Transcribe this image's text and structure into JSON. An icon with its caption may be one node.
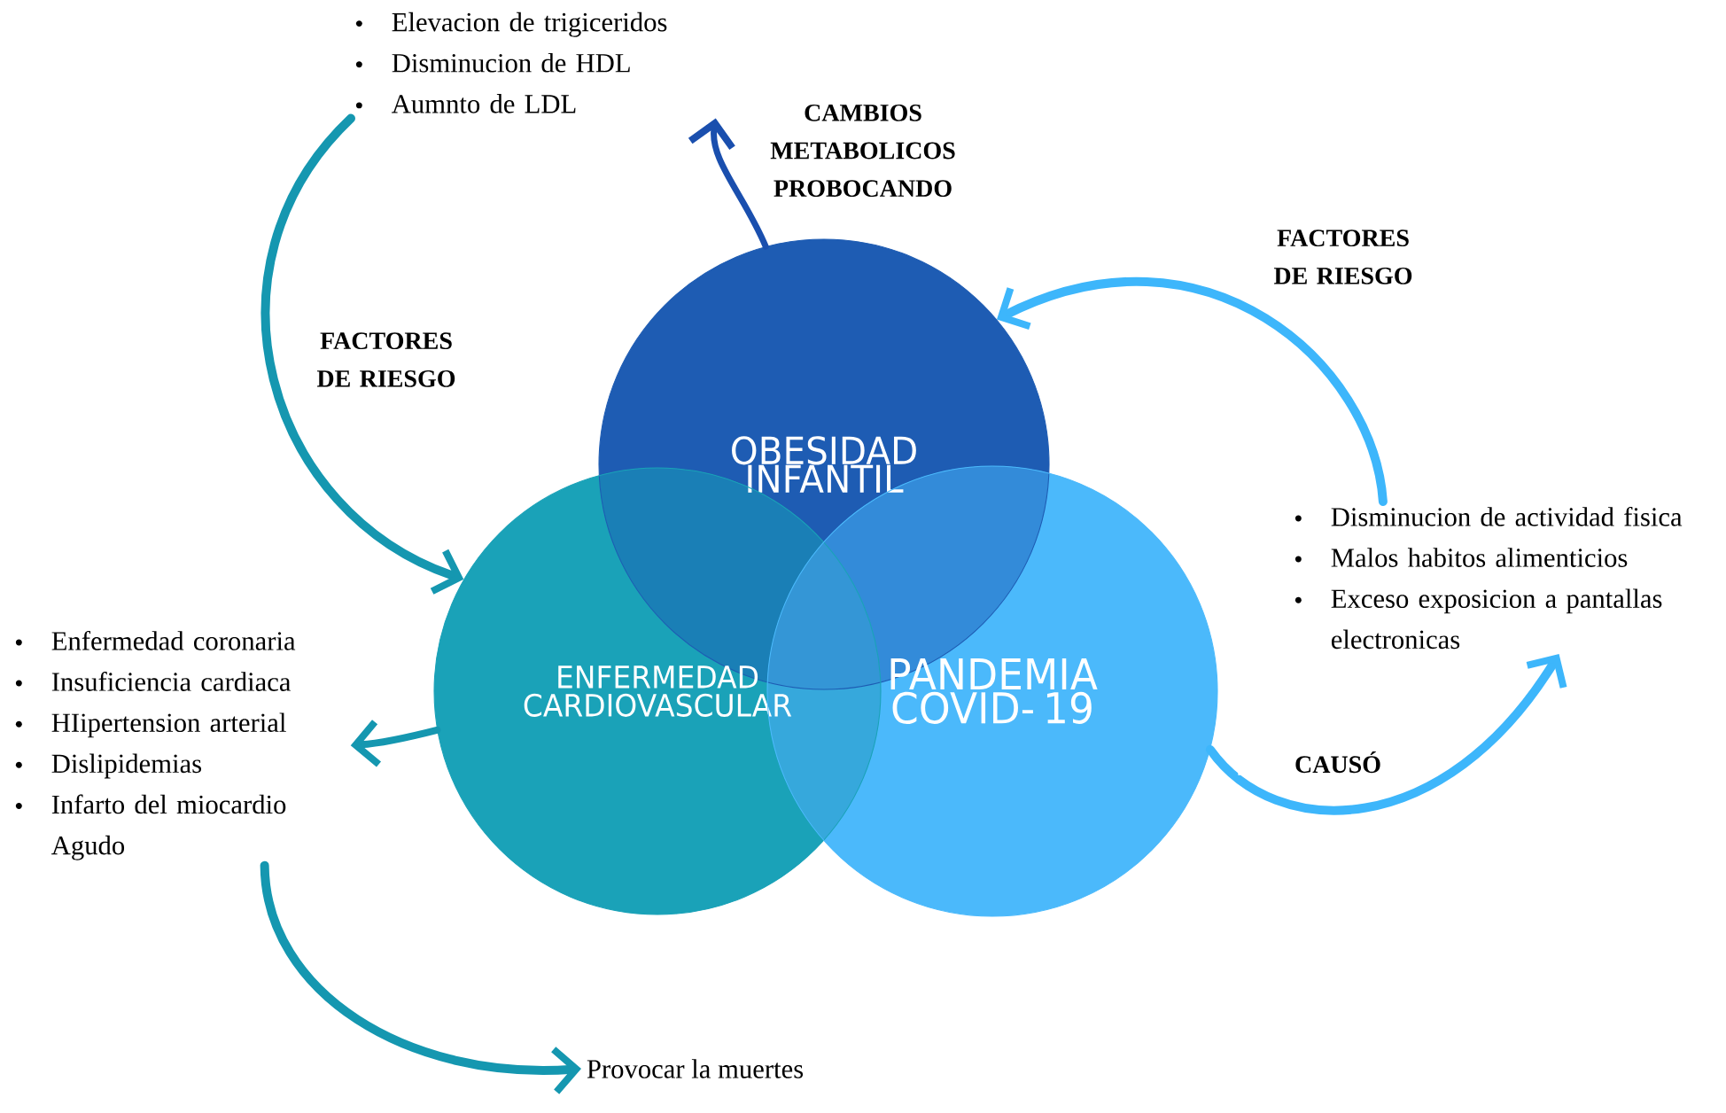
{
  "diagram": {
    "nodes": [
      {
        "text": [
          "OBESIDAD INFANTIL"
        ]
      },
      {
        "text": [
          "ENFERMEDAD CARDIOVASCULAR"
        ]
      },
      {
        "text": [
          "PANDEMIA COVID- 19"
        ]
      },
      {
        "text": [
          "Elevacion de trigiceridos",
          "Disminucion de HDL",
          "Aumnto de LDL"
        ]
      },
      {
        "text": [
          "Disminucion de actividad fisica",
          "Malos habitos alimenticios",
          "Exceso exposicion a pantallas electronicas"
        ]
      },
      {
        "text": [
          "Enfermedad coronaria",
          "Insuficiencia cardiaca",
          "HIipertension arterial",
          "Dislipidemias",
          "Infarto del miocardio Agudo"
        ]
      },
      {
        "text": [
          "Provocar la muertes"
        ]
      }
    ],
    "edges": [
      {
        "from": 3,
        "to": 1,
        "arrow": "to",
        "label": "FACTORES DE RIESGO"
      },
      {
        "from": 0,
        "to": 3,
        "arrow": "to",
        "label": "CAMBIOS METABOLICOS PROBOCANDO",
        "color": "#1a4fae"
      },
      {
        "from": 4,
        "to": 0,
        "arrow": "to",
        "label": "FACTORES DE RIESGO",
        "color": "#3db6fb"
      },
      {
        "from": 2,
        "to": 4,
        "arrow": "to",
        "label": "CAUSÓ",
        "color": "#3db6fb"
      },
      {
        "from": 1,
        "to": 5,
        "arrow": "to"
      },
      {
        "from": 5,
        "to": 6,
        "arrow": "to"
      }
    ]
  }
}
